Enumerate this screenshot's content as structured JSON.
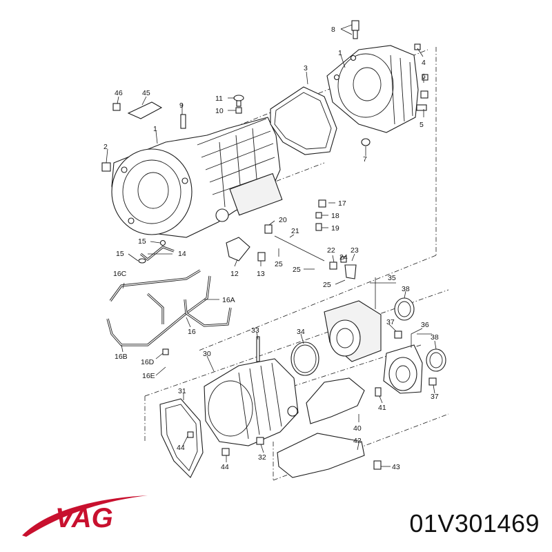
{
  "brand": {
    "name": "VAG",
    "color": "#c8102e"
  },
  "part_number": "01V301469",
  "callouts": [
    {
      "id": "c1a",
      "text": "1"
    },
    {
      "id": "c1b",
      "text": "1"
    },
    {
      "id": "c2",
      "text": "2"
    },
    {
      "id": "c3",
      "text": "3"
    },
    {
      "id": "c4",
      "text": "4"
    },
    {
      "id": "c5",
      "text": "5"
    },
    {
      "id": "c6",
      "text": "6"
    },
    {
      "id": "c7",
      "text": "7"
    },
    {
      "id": "c8",
      "text": "8"
    },
    {
      "id": "c9",
      "text": "9"
    },
    {
      "id": "c10",
      "text": "10"
    },
    {
      "id": "c11",
      "text": "11"
    },
    {
      "id": "c12",
      "text": "12"
    },
    {
      "id": "c13",
      "text": "13"
    },
    {
      "id": "c14",
      "text": "14"
    },
    {
      "id": "c15a",
      "text": "15"
    },
    {
      "id": "c15b",
      "text": "15"
    },
    {
      "id": "c16",
      "text": "16"
    },
    {
      "id": "c16a",
      "text": "16A"
    },
    {
      "id": "c16b",
      "text": "16B"
    },
    {
      "id": "c16c",
      "text": "16C"
    },
    {
      "id": "c16d",
      "text": "16D"
    },
    {
      "id": "c16e",
      "text": "16E"
    },
    {
      "id": "c17",
      "text": "17"
    },
    {
      "id": "c18",
      "text": "18"
    },
    {
      "id": "c19",
      "text": "19"
    },
    {
      "id": "c20",
      "text": "20"
    },
    {
      "id": "c21",
      "text": "21"
    },
    {
      "id": "c22",
      "text": "22"
    },
    {
      "id": "c23",
      "text": "23"
    },
    {
      "id": "c24",
      "text": "24"
    },
    {
      "id": "c25a",
      "text": "25"
    },
    {
      "id": "c25b",
      "text": "25"
    },
    {
      "id": "c25c",
      "text": "25"
    },
    {
      "id": "c30",
      "text": "30"
    },
    {
      "id": "c31",
      "text": "31"
    },
    {
      "id": "c32",
      "text": "32"
    },
    {
      "id": "c33",
      "text": "33"
    },
    {
      "id": "c34",
      "text": "34"
    },
    {
      "id": "c35",
      "text": "35"
    },
    {
      "id": "c36",
      "text": "36"
    },
    {
      "id": "c37a",
      "text": "37"
    },
    {
      "id": "c37b",
      "text": "37"
    },
    {
      "id": "c38a",
      "text": "38"
    },
    {
      "id": "c38b",
      "text": "38"
    },
    {
      "id": "c40",
      "text": "40"
    },
    {
      "id": "c41",
      "text": "41"
    },
    {
      "id": "c42",
      "text": "42"
    },
    {
      "id": "c43",
      "text": "43"
    },
    {
      "id": "c44a",
      "text": "44"
    },
    {
      "id": "c44b",
      "text": "44"
    },
    {
      "id": "c45",
      "text": "45"
    },
    {
      "id": "c46",
      "text": "46"
    }
  ]
}
